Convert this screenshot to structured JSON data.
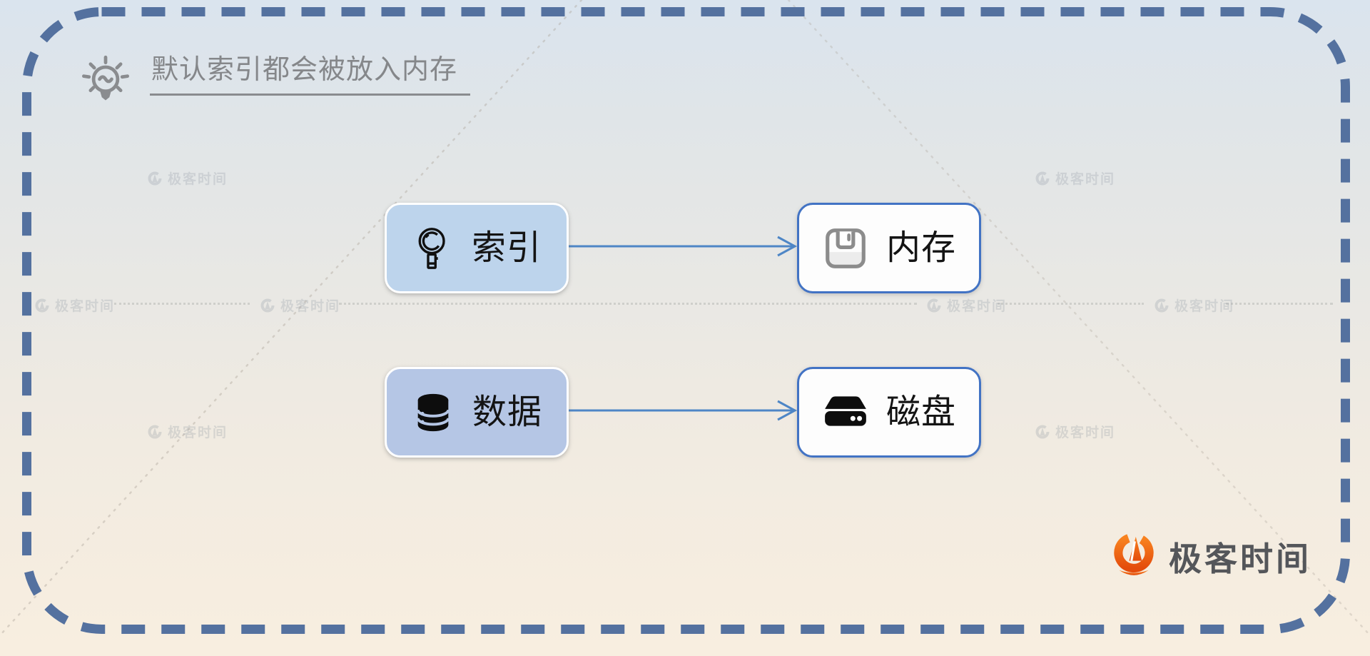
{
  "title": {
    "text": "默认索引都会被放入内存",
    "icon": "lightbulb-icon"
  },
  "nodes": [
    {
      "id": "index",
      "label": "索引",
      "icon": "magnifier-icon",
      "fill": "#bdd4ec",
      "border": "#ffffff"
    },
    {
      "id": "memory",
      "label": "内存",
      "icon": "floppy-disk-icon",
      "fill": "#fdfdfd",
      "border": "#4273c4"
    },
    {
      "id": "data",
      "label": "数据",
      "icon": "database-icon",
      "fill": "#b5c6e5",
      "border": "#ffffff"
    },
    {
      "id": "disk",
      "label": "磁盘",
      "icon": "hard-drive-icon",
      "fill": "#fdfdfd",
      "border": "#4273c4"
    }
  ],
  "edges": [
    {
      "from": "索引",
      "to": "内存"
    },
    {
      "from": "数据",
      "to": "磁盘"
    }
  ],
  "watermark": {
    "text": "极客时间"
  },
  "brand": {
    "text": "极客时间",
    "icon": "geektime-pin-icon"
  },
  "colors": {
    "background_top": "#dae4ee",
    "background_bottom": "#f8eee0",
    "dashed_border": "#54719f",
    "arrow": "#4e86c6",
    "node_border_blue": "#4273c4",
    "node_fill_light_blue": "#bdd4ec",
    "node_fill_lavender": "#b5c6e5",
    "title_gray": "#85878a",
    "brand_orange": "#ee5b13",
    "brand_text": "#54565a"
  }
}
